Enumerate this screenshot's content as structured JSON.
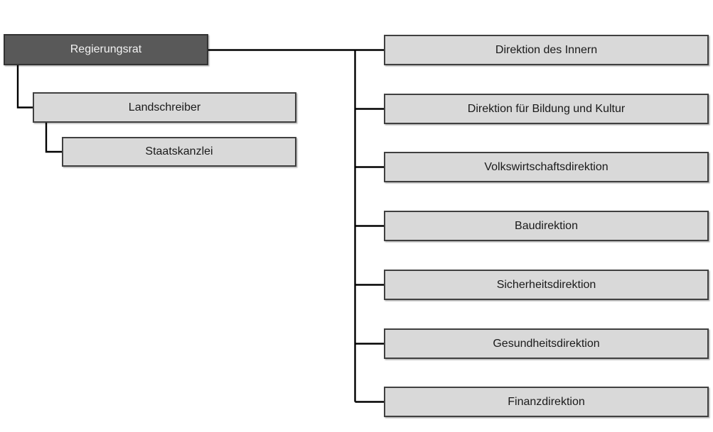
{
  "diagram": {
    "type": "organization-chart",
    "root": {
      "label": "Regierungsrat"
    },
    "chancellery_branch": [
      {
        "label": "Landschreiber"
      },
      {
        "label": "Staatskanzlei"
      }
    ],
    "directorates": [
      {
        "label": "Direktion des Innern"
      },
      {
        "label": "Direktion für Bildung und Kultur"
      },
      {
        "label": "Volkswirtschaftsdirektion"
      },
      {
        "label": "Baudirektion"
      },
      {
        "label": "Sicherheitsdirektion"
      },
      {
        "label": "Gesundheitsdirektion"
      },
      {
        "label": "Finanzdirektion"
      }
    ]
  },
  "colors": {
    "root_fill": "#595959",
    "root_border": "#333333",
    "root_text": "#f2f2f2",
    "node_fill": "#d9d9d9",
    "node_border": "#404040",
    "node_text": "#1a1a1a",
    "connector": "#000000",
    "page_bg": "#ffffff"
  }
}
